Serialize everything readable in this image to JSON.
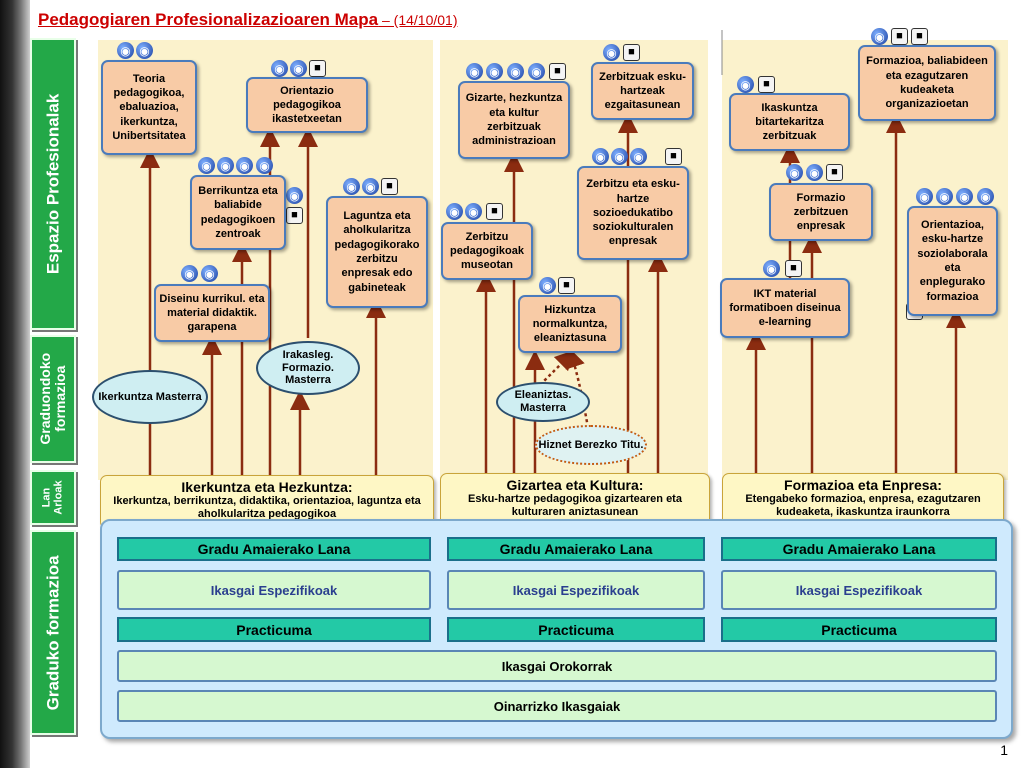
{
  "title": {
    "main": "Pedagogiaren Profesionalizazioaren Mapa",
    "date": " – (14/10/01)"
  },
  "side_labels": {
    "espazio": "Espazio Profesionalak",
    "graduondoko": "Graduondoko formazioa",
    "lan": "Lan Arloak",
    "graduko": "Graduko formazioa"
  },
  "boxes": {
    "teoria": "Teoria pedagogikoa, ebaluazioa, ikerkuntza, Unibertsitatea",
    "orientazio": "Orientazio pedagogikoa ikastetxeetan",
    "berrikuntza": "Berrikuntza eta baliabide pedagogikoen zentroak",
    "laguntza": "Laguntza eta aholkularitza pedagogikorako zerbitzu enpresak edo gabineteak",
    "diseinu": "Diseinu kurrikul. eta material didaktik. garapena",
    "gizarte": "Gizarte, hezkuntza eta kultur zerbitzuak administrazioan",
    "zerbitzuak_gaitasun": "Zerbitzuak esku-hartzeak ezgaitasunean",
    "zerbitzu_esku": "Zerbitzu eta esku-hartze sozioedukatibo soziokulturalen enpresak",
    "museo": "Zerbitzu pedagogikoak museotan",
    "hizkuntza": "Hizkuntza normalkuntza, eleaniztasuna",
    "ikaskuntza": "Ikaskuntza bitartekaritza zerbitzuak",
    "formazioa_baliabide": "Formazioa, baliabideen eta ezagutzaren kudeaketa organizazioetan",
    "formazio_zerbitzu": "Formazio zerbitzuen enpresak",
    "orientazioa_esku": "Orientazioa, esku-hartze soziolaborala eta enplegurako formazioa",
    "ikt": "IKT material formatiboen diseinua e-learning"
  },
  "ellipses": {
    "ikerkuntza_masterra": "Ikerkuntza Masterra",
    "irakasleg": "Irakasleg. Formazio. Masterra",
    "eleaniztas": "Eleaniztas. Masterra",
    "hiznet": "Hiznet Berezko Titu."
  },
  "fields": {
    "ikerkuntza": {
      "title": "Ikerkuntza eta Hezkuntza:",
      "sub": "Ikerkuntza, berrikuntza, didaktika, orientazioa, laguntza eta aholkularitza pedagogikoa"
    },
    "gizartea": {
      "title": "Gizartea eta Kultura:",
      "sub": "Esku-hartze pedagogikoa gizartearen eta kulturaren aniztasunean"
    },
    "formazioa": {
      "title": "Formazioa eta Enpresa:",
      "sub": "Etengabeko formazioa, enpresa, ezagutzaren kudeaketa, ikaskuntza iraunkorra"
    }
  },
  "grado": {
    "gradu_amaierako": "Gradu Amaierako Lana",
    "ikasgai_espezifikoak": "Ikasgai Espezifikoak",
    "practicuma": "Practicuma",
    "ikasgai_orokorrak": "Ikasgai Orokorrak",
    "oinarrizko": "Oinarrizko Ikasgaiak"
  },
  "page_number": "1",
  "icons": {
    "globe": "globe-icon",
    "camera": "camera-icon"
  },
  "colors": {
    "box_fill": "#f8cba6",
    "box_border": "#4a7bbc",
    "column_bg": "#fbf2cc",
    "side_tab": "#23a848",
    "arrow": "#8b2c10",
    "title": "#cc0000",
    "teal_bar": "#23c9a6",
    "panel": "#cfeafd"
  }
}
